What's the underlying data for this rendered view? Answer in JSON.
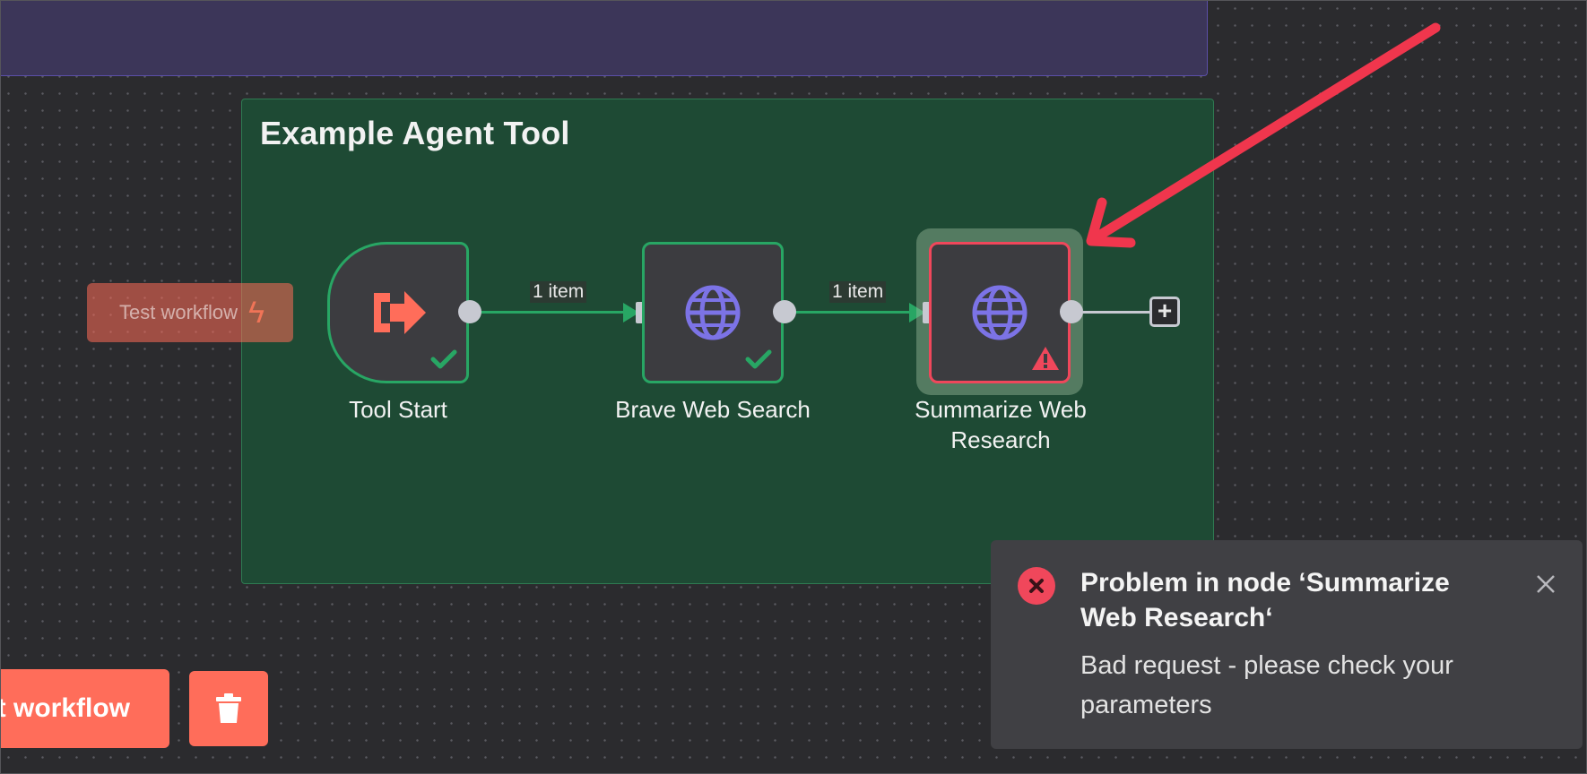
{
  "sticky_note": {
    "title": "Example Agent Tool"
  },
  "floating_trigger_button": {
    "label": "Test workflow"
  },
  "nodes": [
    {
      "name": "Tool Start",
      "status": "success",
      "icon": "sign-in-icon"
    },
    {
      "name": "Brave Web Search",
      "status": "success",
      "icon": "globe-icon"
    },
    {
      "name": "Summarize Web Research",
      "status": "error",
      "icon": "globe-icon"
    }
  ],
  "connections": [
    {
      "label": "1 item"
    },
    {
      "label": "1 item"
    }
  ],
  "toolbar": {
    "test_workflow_label": "t workflow",
    "delete_icon": "trash-icon"
  },
  "toast": {
    "title": "Problem in node ‘Summarize Web Research‘",
    "message": "Bad request - please check your parameters"
  },
  "colors": {
    "accent": "#ff6d5a",
    "success": "#28a664",
    "error": "#f0475b",
    "node_icon": "#7c73e6",
    "arrow": "#f0364d"
  }
}
